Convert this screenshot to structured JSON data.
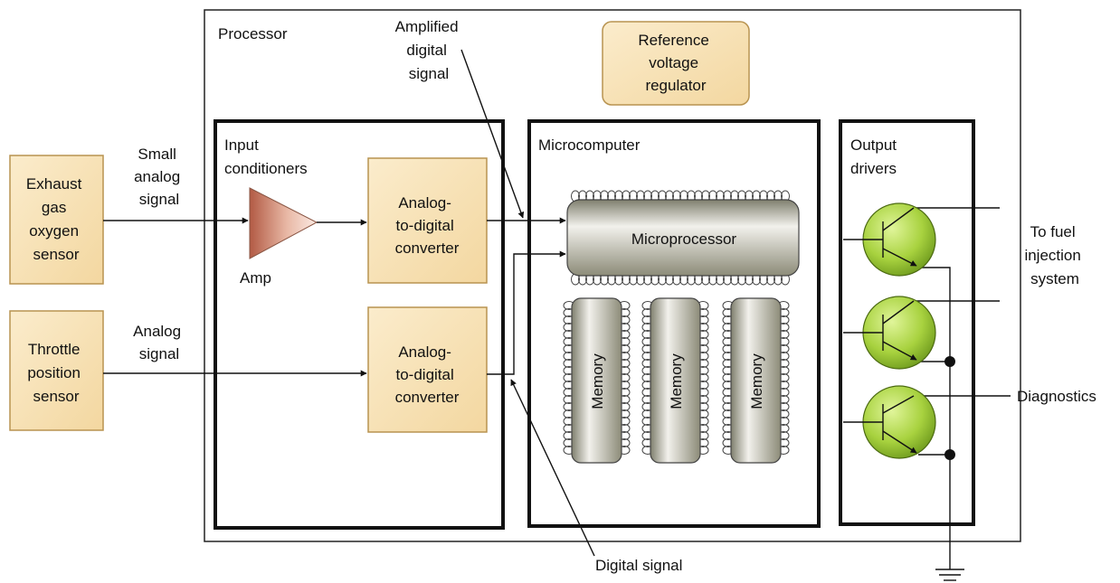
{
  "processor": {
    "label": "Processor"
  },
  "reference": {
    "lines": [
      "Reference",
      "voltage",
      "regulator"
    ]
  },
  "sensors": {
    "exhaust": {
      "lines": [
        "Exhaust",
        "gas",
        "oxygen",
        "sensor"
      ]
    },
    "throttle": {
      "lines": [
        "Throttle",
        "position",
        "sensor"
      ]
    }
  },
  "signals": {
    "small_analog": {
      "lines": [
        "Small",
        "analog",
        "signal"
      ]
    },
    "analog": {
      "lines": [
        "Analog",
        "signal"
      ]
    },
    "amplified_digital": {
      "lines": [
        "Amplified",
        "digital",
        "signal"
      ]
    },
    "digital": "Digital signal"
  },
  "input_conditioners": {
    "lines": [
      "Input",
      "conditioners"
    ],
    "amp": "Amp",
    "adc_top": {
      "lines": [
        "Analog-",
        "to-digital",
        "converter"
      ]
    },
    "adc_bottom": {
      "lines": [
        "Analog-",
        "to-digital",
        "converter"
      ]
    }
  },
  "microcomputer": {
    "label": "Microcomputer",
    "microprocessor": "Microprocessor",
    "memory": [
      "Memory",
      "Memory",
      "Memory"
    ]
  },
  "output_drivers": {
    "lines": [
      "Output",
      "drivers"
    ]
  },
  "outputs": {
    "fuel": {
      "lines": [
        "To fuel",
        "injection",
        "system"
      ]
    },
    "diagnostics": "Diagnostics"
  },
  "colors": {
    "sensor_fill": "#f7dfae",
    "sensor_stroke": "#c9a45a",
    "transistor": "#9ccc3a",
    "frame": "#111111"
  }
}
